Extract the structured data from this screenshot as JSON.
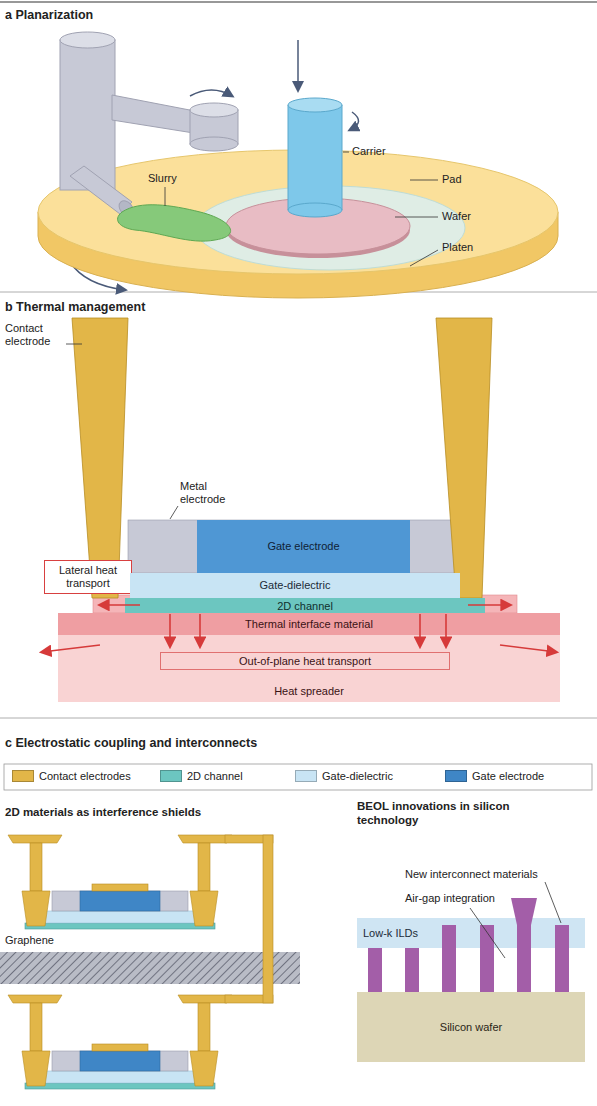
{
  "diagram": {
    "nodes": [
      {
        "text": [
          "Gate electrode"
        ]
      },
      {
        "text": [
          "Lateral heat transport"
        ]
      },
      {
        "text": [
          "Gate-dielectric"
        ]
      },
      {
        "text": [
          "2D channel"
        ]
      },
      {
        "text": [
          "Thermal interface material"
        ]
      },
      {
        "text": [
          "Heat spreader"
        ]
      },
      {
        "text": [
          "Out-of-plane heat transport"
        ],
        "in": 5
      },
      {
        "text": [
          "Low-k ILDs"
        ]
      },
      {
        "text": [
          "Silicon wafer"
        ]
      }
    ],
    "labels": [
      "a Planarization",
      "Carrier",
      "Slurry",
      "Pad",
      "Wafer",
      "Platen",
      "b Thermal management",
      "Contact electrode",
      "Metal electrode",
      "c Electrostatic coupling and interconnects",
      "2D materials as interference shields",
      "Graphene",
      "BEOL innovations in silicon technology",
      "New interconnect materials",
      "Air-gap integration"
    ],
    "legend": [
      {
        "text": "Contact electrodes",
        "color": "#e2b648"
      },
      {
        "text": "2D channel",
        "color": "#6cc6c0"
      },
      {
        "text": "Gate-dielectric",
        "color": "#c8e4f4"
      },
      {
        "text": "Gate electrode",
        "color": "#3f86c6"
      }
    ]
  }
}
